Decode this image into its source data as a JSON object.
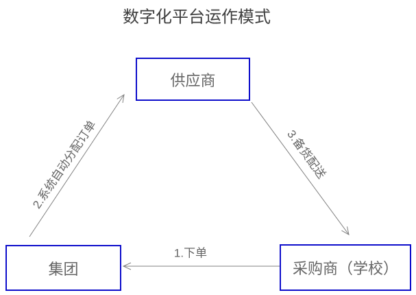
{
  "title": "数字化平台运作模式",
  "colors": {
    "border": "#0d0dcb",
    "arrow": "#808080",
    "label": "#666666",
    "title": "#3e3e3e",
    "background": "#ffffff"
  },
  "nodes": {
    "supplier": {
      "label": "供应商"
    },
    "group": {
      "label": "集团"
    },
    "purchaser": {
      "label": "采购商（学校）"
    }
  },
  "edges": {
    "order": {
      "label": "1.下单",
      "from": "purchaser",
      "to": "group"
    },
    "assign": {
      "label": "2.系统自动分配订单",
      "from": "group",
      "to": "supplier"
    },
    "deliver": {
      "label": "3.备货配送",
      "from": "supplier",
      "to": "purchaser"
    }
  }
}
